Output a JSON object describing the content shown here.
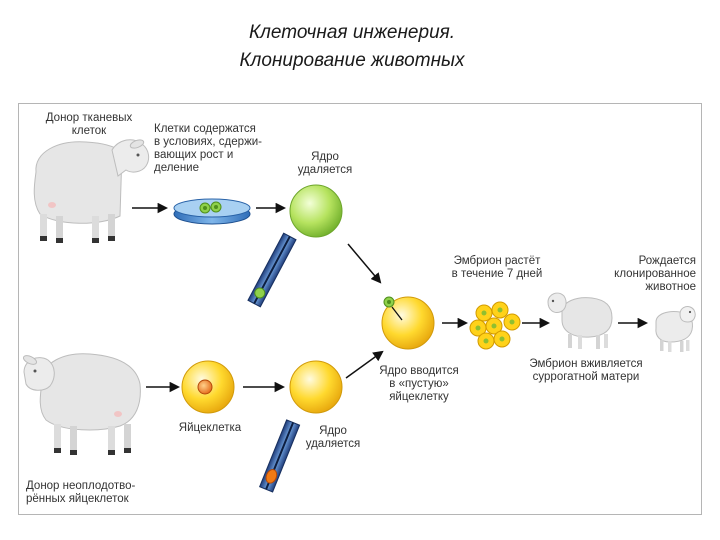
{
  "title": {
    "line1": "Клеточная инженерия.",
    "line2": "Клонирование животных"
  },
  "labels": {
    "tissue_donor": "Донор тканевых\nклеток",
    "cells_cultured": "Клетки содержатся\nв условиях, сдержи-\nвающих рост и\nделение",
    "nucleus_removed_1": "Ядро\nудаляется",
    "embryo_grows": "Эмбрион растёт\nв течение 7 дней",
    "clone_born": "Рождается\nклонированное\nживотное",
    "nucleus_inserted": "Ядро вводится\nв «пустую»\nяйцеклетку",
    "embryo_implanted": "Эмбрион вживляется\nсуррогатной матери",
    "egg_cell": "Яйцеклетка",
    "nucleus_removed_2": "Ядро\nудаляется",
    "egg_donor": "Донор неоплодотво-\nрённых яйцеклеток"
  },
  "colors": {
    "sheep_body": "#e6e6e6",
    "cell_green": "#a9dc55",
    "egg_yellow": "#ffd21a",
    "egg_orange": "#f19a1a",
    "dish_blue": "#3f7fc4",
    "arrow": "#111111"
  }
}
